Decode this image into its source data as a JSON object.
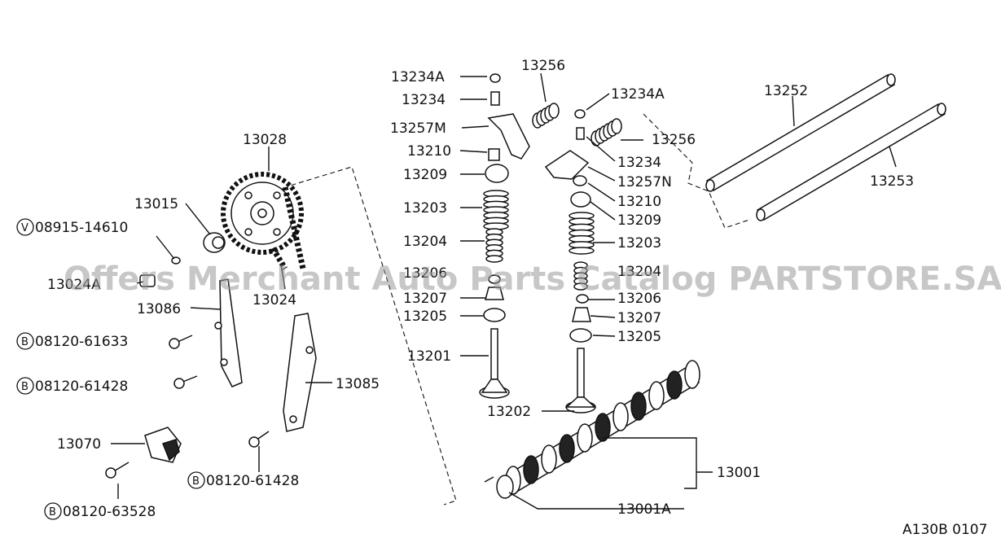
{
  "watermark": "Offers Merchant Auto Parts Catalog PARTSTORE.SA",
  "diagram_code": "A130B 0107",
  "callouts": [
    {
      "id": "c13234A_a",
      "text": "13234A"
    },
    {
      "id": "c13256_a",
      "text": "13256"
    },
    {
      "id": "c13234_a",
      "text": "13234"
    },
    {
      "id": "c13234A_b",
      "text": "13234A"
    },
    {
      "id": "c13257M",
      "text": "13257M"
    },
    {
      "id": "c13256_b",
      "text": "13256"
    },
    {
      "id": "c13210_a",
      "text": "13210"
    },
    {
      "id": "c13234_b",
      "text": "13234"
    },
    {
      "id": "c13209_a",
      "text": "13209"
    },
    {
      "id": "c13257N",
      "text": "13257N"
    },
    {
      "id": "c13203_a",
      "text": "13203"
    },
    {
      "id": "c13210_b",
      "text": "13210"
    },
    {
      "id": "c13209_b",
      "text": "13209"
    },
    {
      "id": "c13204_a",
      "text": "13204"
    },
    {
      "id": "c13203_b",
      "text": "13203"
    },
    {
      "id": "c13206_a",
      "text": "13206"
    },
    {
      "id": "c13204_b",
      "text": "13204"
    },
    {
      "id": "c13207_a",
      "text": "13207"
    },
    {
      "id": "c13206_b",
      "text": "13206"
    },
    {
      "id": "c13205_a",
      "text": "13205"
    },
    {
      "id": "c13207_b",
      "text": "13207"
    },
    {
      "id": "c13205_b",
      "text": "13205"
    },
    {
      "id": "c13201",
      "text": "13201"
    },
    {
      "id": "c13202",
      "text": "13202"
    },
    {
      "id": "c13001",
      "text": "13001"
    },
    {
      "id": "c13001A",
      "text": "13001A"
    },
    {
      "id": "c13252",
      "text": "13252"
    },
    {
      "id": "c13253",
      "text": "13253"
    },
    {
      "id": "c13028",
      "text": "13028"
    },
    {
      "id": "c13015",
      "text": "13015"
    },
    {
      "id": "c13024A",
      "text": "13024A"
    },
    {
      "id": "c13024",
      "text": "13024"
    },
    {
      "id": "c13086",
      "text": "13086"
    },
    {
      "id": "c13085",
      "text": "13085"
    },
    {
      "id": "c13070",
      "text": "13070"
    }
  ],
  "fasteners": [
    {
      "id": "f1",
      "badge": "V",
      "text": "08915-14610"
    },
    {
      "id": "f2",
      "badge": "B",
      "text": "08120-61633"
    },
    {
      "id": "f3",
      "badge": "B",
      "text": "08120-61428"
    },
    {
      "id": "f4",
      "badge": "B",
      "text": "08120-61428"
    },
    {
      "id": "f5",
      "badge": "B",
      "text": "08120-63528"
    }
  ]
}
